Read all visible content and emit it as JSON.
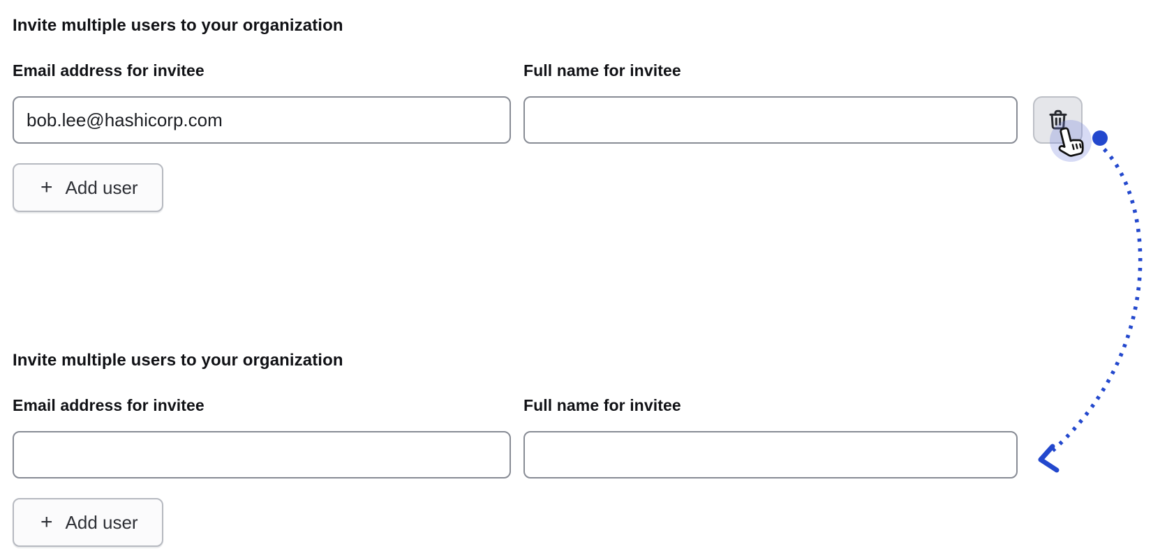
{
  "window": {
    "background": "#ffffff"
  },
  "colors": {
    "accent_blue": "#2348cd",
    "text": "#101115",
    "input_border": "#878b94",
    "icon_button_bg": "#e5e6ea",
    "add_button_bg": "#fbfbfc",
    "add_button_border": "#b6b9c0",
    "click_highlight": "rgba(112,126,218,0.28)"
  },
  "forms": [
    {
      "title": "Invite multiple users to your organization",
      "fields": [
        {
          "label": "Email address for invitee",
          "value": "bob.lee@hashicorp.com"
        },
        {
          "label": "Full name for invitee",
          "value": ""
        }
      ],
      "delete_button": {
        "icon": "trash-icon"
      },
      "add_user": {
        "plus": "+",
        "label": "Add user"
      }
    },
    {
      "title": "Invite multiple users to your organization",
      "fields": [
        {
          "label": "Email address for invitee",
          "value": ""
        },
        {
          "label": "Full name for invitee",
          "value": ""
        }
      ],
      "add_user": {
        "plus": "+",
        "label": "Add user"
      }
    }
  ],
  "annotation": {
    "cursor_icon": "pointer-hand",
    "arrow_icon": "dotted-curved-arrow",
    "start_icon": "blue-dot"
  }
}
